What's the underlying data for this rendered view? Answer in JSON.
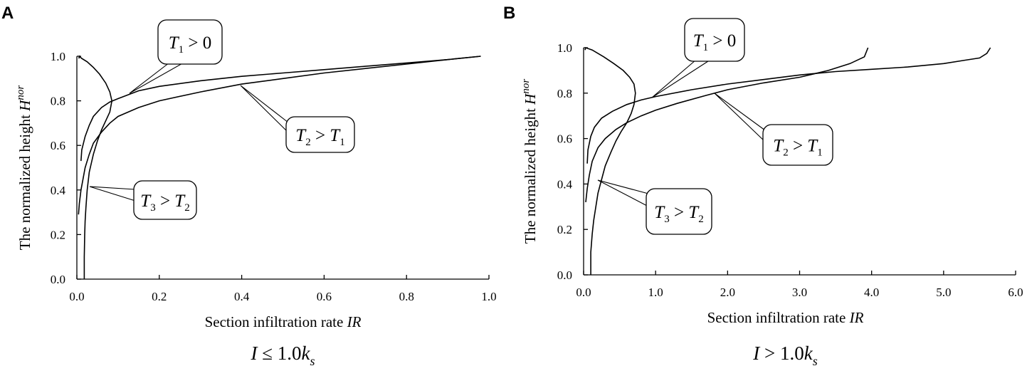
{
  "panel_labels": [
    "A",
    "B"
  ],
  "chart_data": [
    {
      "type": "line",
      "panel": "A",
      "xlabel": "Section infiltration rate IR",
      "ylabel": "The normalized height H^nor",
      "condition": "I ≤ 1.0k_s",
      "xlim": [
        0,
        1.0
      ],
      "ylim": [
        0,
        1.0
      ],
      "x_ticks": [
        "0.0",
        "0.2",
        "0.4",
        "0.6",
        "0.8",
        "1.0"
      ],
      "y_ticks": [
        "0.0",
        "0.2",
        "0.4",
        "0.6",
        "0.8",
        "1.0"
      ],
      "series": [
        {
          "name": "T1 > 0",
          "x": [
            0.01,
            0.012,
            0.02,
            0.03,
            0.04,
            0.06,
            0.08,
            0.1,
            0.15,
            0.2,
            0.3,
            0.4,
            0.5,
            0.6,
            0.7,
            0.8,
            0.9,
            0.98
          ],
          "y": [
            0.53,
            0.58,
            0.64,
            0.69,
            0.73,
            0.77,
            0.795,
            0.81,
            0.845,
            0.865,
            0.89,
            0.91,
            0.925,
            0.94,
            0.955,
            0.97,
            0.985,
            1.0
          ]
        },
        {
          "name": "T2 > T1",
          "x": [
            0.004,
            0.006,
            0.01,
            0.015,
            0.02,
            0.03,
            0.04,
            0.06,
            0.08,
            0.1,
            0.15,
            0.2,
            0.3,
            0.4,
            0.5,
            0.6,
            0.7,
            0.8,
            0.9,
            0.98
          ],
          "y": [
            0.29,
            0.34,
            0.4,
            0.45,
            0.5,
            0.56,
            0.61,
            0.66,
            0.7,
            0.73,
            0.77,
            0.8,
            0.84,
            0.875,
            0.9,
            0.925,
            0.945,
            0.965,
            0.985,
            1.0
          ]
        },
        {
          "name": "T3 > T2",
          "x": [
            0.018,
            0.018,
            0.019,
            0.02,
            0.022,
            0.025,
            0.03,
            0.04,
            0.05,
            0.06,
            0.07,
            0.08,
            0.085,
            0.08,
            0.07,
            0.055,
            0.04,
            0.025,
            0.012,
            0.006,
            0.005
          ],
          "y": [
            0.0,
            0.1,
            0.2,
            0.26,
            0.32,
            0.4,
            0.48,
            0.56,
            0.62,
            0.67,
            0.71,
            0.75,
            0.8,
            0.84,
            0.88,
            0.92,
            0.95,
            0.975,
            0.99,
            1.0,
            0.99
          ]
        }
      ],
      "annotations": [
        {
          "main": "T",
          "sub": "1",
          "op": " > ",
          "rhs": "0",
          "rhs_sub": ""
        },
        {
          "main": "T",
          "sub": "2",
          "op": " > ",
          "rhs": "T",
          "rhs_sub": "1"
        },
        {
          "main": "T",
          "sub": "3",
          "op": " > ",
          "rhs": "T",
          "rhs_sub": "2"
        }
      ]
    },
    {
      "type": "line",
      "panel": "B",
      "xlabel": "Section infiltration rate IR",
      "ylabel": "The normalized height H^nor",
      "condition": "I > 1.0k_s",
      "xlim": [
        0,
        6.0
      ],
      "ylim": [
        0,
        1.0
      ],
      "x_ticks": [
        "0.0",
        "1.0",
        "2.0",
        "3.0",
        "4.0",
        "5.0",
        "6.0"
      ],
      "y_ticks": [
        "0.0",
        "0.2",
        "0.4",
        "0.6",
        "0.8",
        "1.0"
      ],
      "series": [
        {
          "name": "T1 > 0",
          "x": [
            0.05,
            0.06,
            0.1,
            0.15,
            0.25,
            0.4,
            0.6,
            0.8,
            1.0,
            1.5,
            2.0,
            2.5,
            3.0,
            3.5,
            4.0,
            4.5,
            5.0,
            5.3,
            5.5,
            5.6,
            5.65
          ],
          "y": [
            0.49,
            0.55,
            0.61,
            0.65,
            0.69,
            0.72,
            0.75,
            0.77,
            0.785,
            0.815,
            0.84,
            0.86,
            0.88,
            0.895,
            0.905,
            0.915,
            0.93,
            0.945,
            0.955,
            0.975,
            1.0
          ]
        },
        {
          "name": "T2 > T1",
          "x": [
            0.03,
            0.05,
            0.08,
            0.12,
            0.2,
            0.3,
            0.45,
            0.6,
            0.8,
            1.0,
            1.3,
            1.7,
            2.0,
            2.5,
            3.0,
            3.4,
            3.7,
            3.9,
            3.95
          ],
          "y": [
            0.32,
            0.38,
            0.44,
            0.5,
            0.56,
            0.6,
            0.64,
            0.67,
            0.7,
            0.725,
            0.755,
            0.79,
            0.815,
            0.845,
            0.87,
            0.9,
            0.93,
            0.96,
            1.0
          ]
        },
        {
          "name": "T3 > T2",
          "x": [
            0.1,
            0.1,
            0.12,
            0.14,
            0.17,
            0.2,
            0.25,
            0.3,
            0.38,
            0.45,
            0.52,
            0.6,
            0.66,
            0.7,
            0.72,
            0.7,
            0.64,
            0.55,
            0.42,
            0.28,
            0.12,
            0.03,
            0.02
          ],
          "y": [
            0.0,
            0.1,
            0.18,
            0.24,
            0.3,
            0.36,
            0.42,
            0.48,
            0.54,
            0.59,
            0.63,
            0.67,
            0.71,
            0.75,
            0.8,
            0.84,
            0.87,
            0.9,
            0.93,
            0.96,
            0.99,
            1.0,
            0.99
          ]
        }
      ],
      "annotations": [
        {
          "main": "T",
          "sub": "1",
          "op": " > ",
          "rhs": "0",
          "rhs_sub": ""
        },
        {
          "main": "T",
          "sub": "2",
          "op": " > ",
          "rhs": "T",
          "rhs_sub": "1"
        },
        {
          "main": "T",
          "sub": "3",
          "op": " > ",
          "rhs": "T",
          "rhs_sub": "2"
        }
      ]
    }
  ]
}
